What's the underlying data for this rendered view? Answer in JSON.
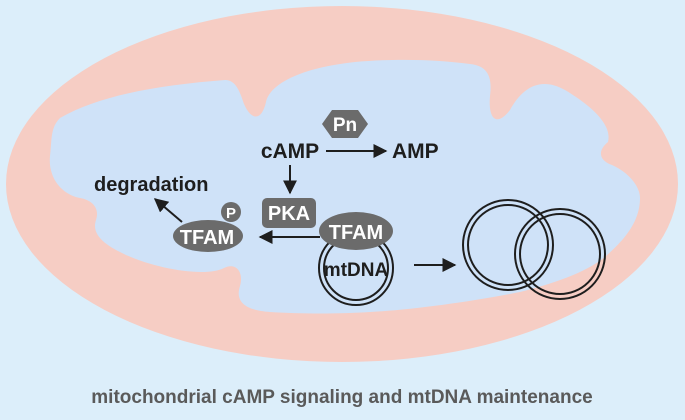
{
  "colors": {
    "background": "#dceefa",
    "outer_membrane": "#f6cdc4",
    "matrix": "#cfe2f8",
    "node_fill": "#6b6b6b",
    "text": "#1e1e1e",
    "caption": "#5a5a5a"
  },
  "labels": {
    "pn": "Pn",
    "camp": "cAMP",
    "amp": "AMP",
    "pka": "PKA",
    "degradation": "degradation",
    "phospho": "P",
    "tfam_phospho": "TFAM",
    "tfam_bound": "TFAM",
    "mtdna": "mtDNA"
  },
  "caption": "mitochondrial cAMP signaling and mtDNA maintenance"
}
